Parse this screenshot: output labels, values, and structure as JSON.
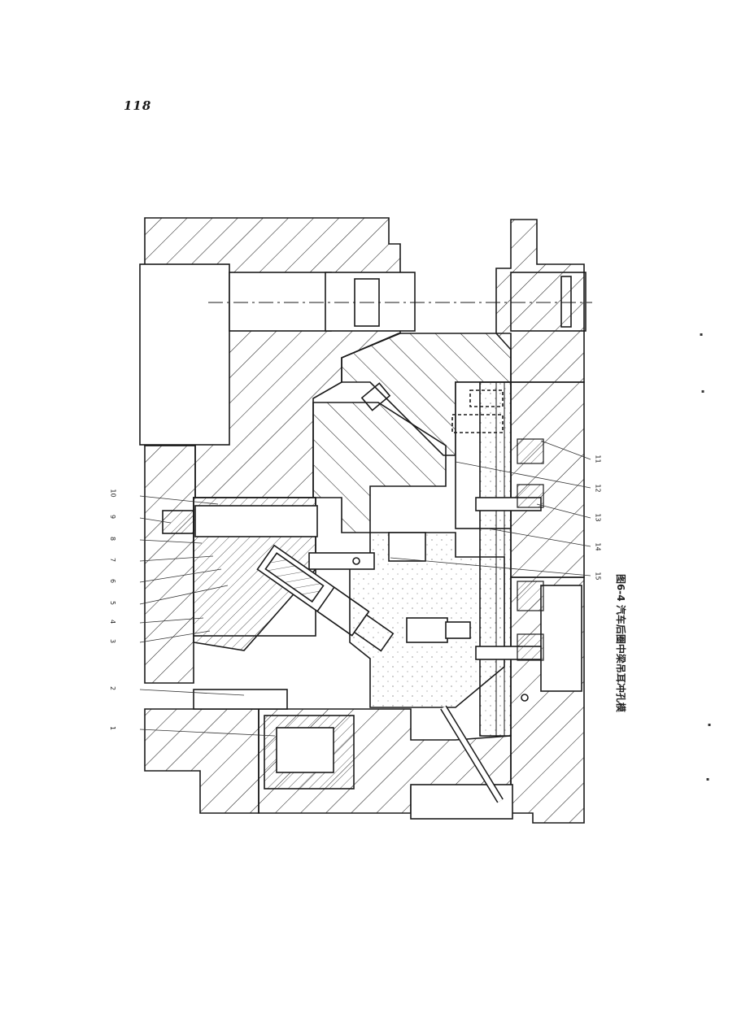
{
  "page": {
    "number": "118"
  },
  "figure": {
    "caption": "图6-4  汽车后圈中梁吊耳冲孔模",
    "callouts_left": [
      "10",
      "9",
      "8",
      "7",
      "6",
      "5",
      "4",
      "3",
      "2",
      "1"
    ],
    "callouts_right": [
      "11",
      "12",
      "13",
      "14",
      "15"
    ]
  }
}
